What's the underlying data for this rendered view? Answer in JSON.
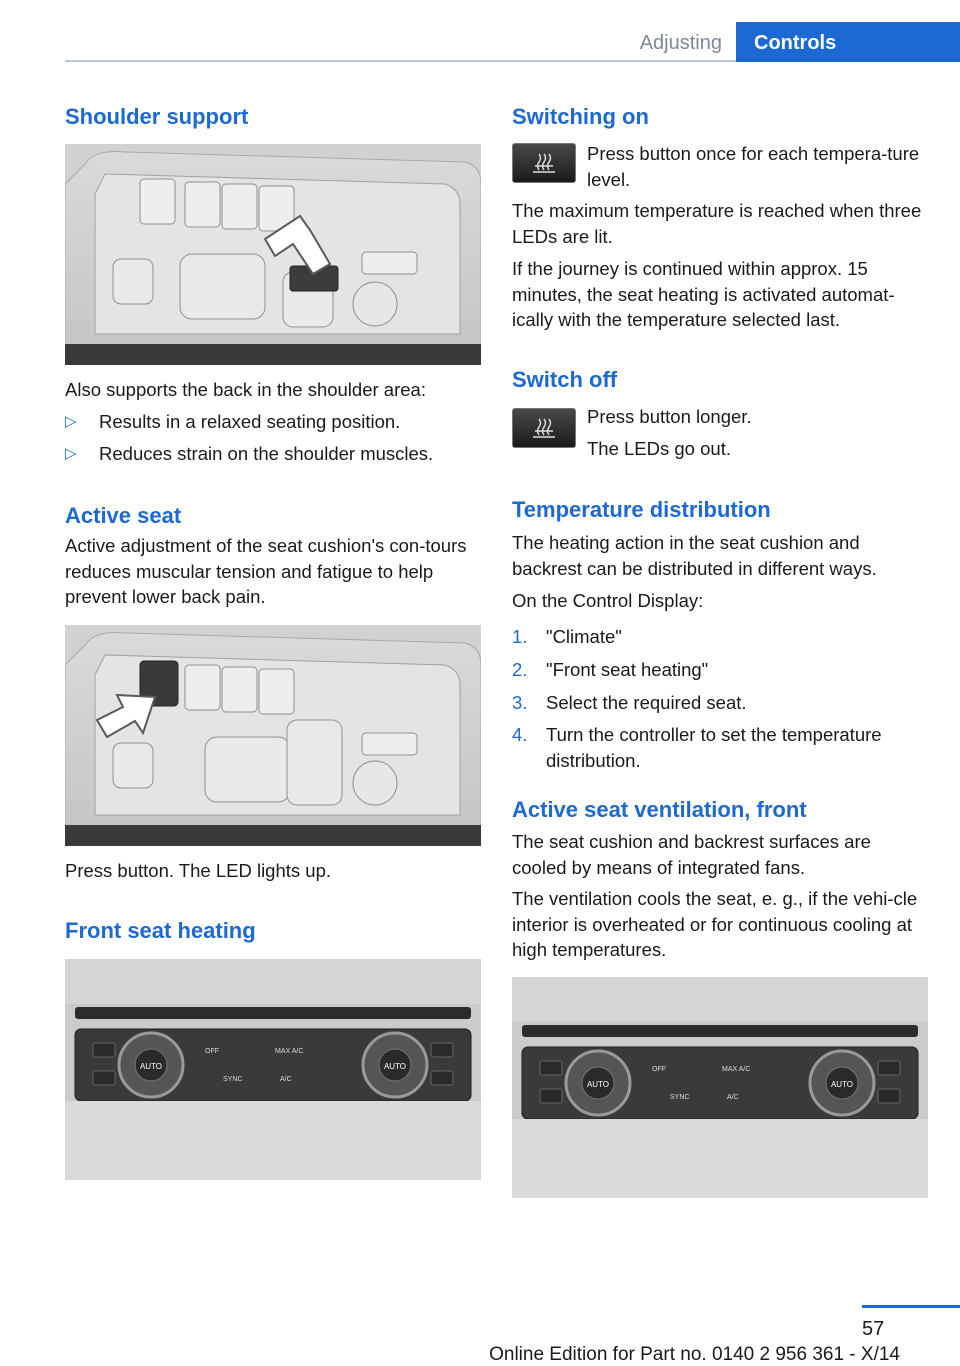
{
  "header": {
    "section": "Adjusting",
    "chapter": "Controls"
  },
  "left": {
    "shoulder_heading": "Shoulder support",
    "shoulder_intro": "Also supports the back in the shoulder area:",
    "shoulder_bullets": [
      "Results in a relaxed seating position.",
      "Reduces strain on the shoulder muscles."
    ],
    "bullet_marker": "▷",
    "active_seat_heading": "Active seat",
    "active_seat_text": "Active adjustment of the seat cushion's con-tours reduces muscular tension and fatigue to help prevent lower back pain.",
    "active_seat_caption": "Press button. The LED lights up.",
    "heating_heading": "Front seat heating"
  },
  "right": {
    "switching_on_heading": "Switching on",
    "switching_on_side": "Press button once for each tempera-ture level.",
    "switching_on_p1": "The maximum temperature is reached when three LEDs are lit.",
    "switching_on_p2": "If the journey is continued within approx. 15 minutes, the seat heating is activated automat-ically with the temperature selected last.",
    "switch_off_heading": "Switch off",
    "switch_off_side1": "Press button longer.",
    "switch_off_side2": "The LEDs go out.",
    "temp_dist_heading": "Temperature distribution",
    "temp_dist_p1": "The heating action in the seat cushion and backrest can be distributed in different ways.",
    "temp_dist_p2": "On the Control Display:",
    "steps": [
      {
        "n": "1.",
        "text": "\"Climate\""
      },
      {
        "n": "2.",
        "text": "\"Front seat heating\""
      },
      {
        "n": "3.",
        "text": "Select the required seat."
      },
      {
        "n": "4.",
        "text": "Turn the controller to set the temperature distribution."
      }
    ],
    "vent_heading": "Active seat ventilation, front",
    "vent_p1": "The seat cushion and backrest surfaces are cooled by means of integrated fans.",
    "vent_p2": "The ventilation cools the seat, e. g., if the vehi-cle interior is overheated or for continuous cooling at high temperatures."
  },
  "climate_panel": {
    "auto": "AUTO",
    "off": "OFF",
    "max_ac": "MAX A/C",
    "sync": "SYNC",
    "ac": "A/C"
  },
  "footer": {
    "page_number": "57",
    "edition": "Online Edition for Part no. 0140 2 956 361 - X/14"
  },
  "colors": {
    "accent": "#1c69d4",
    "header_gray": "#7d8a96"
  }
}
